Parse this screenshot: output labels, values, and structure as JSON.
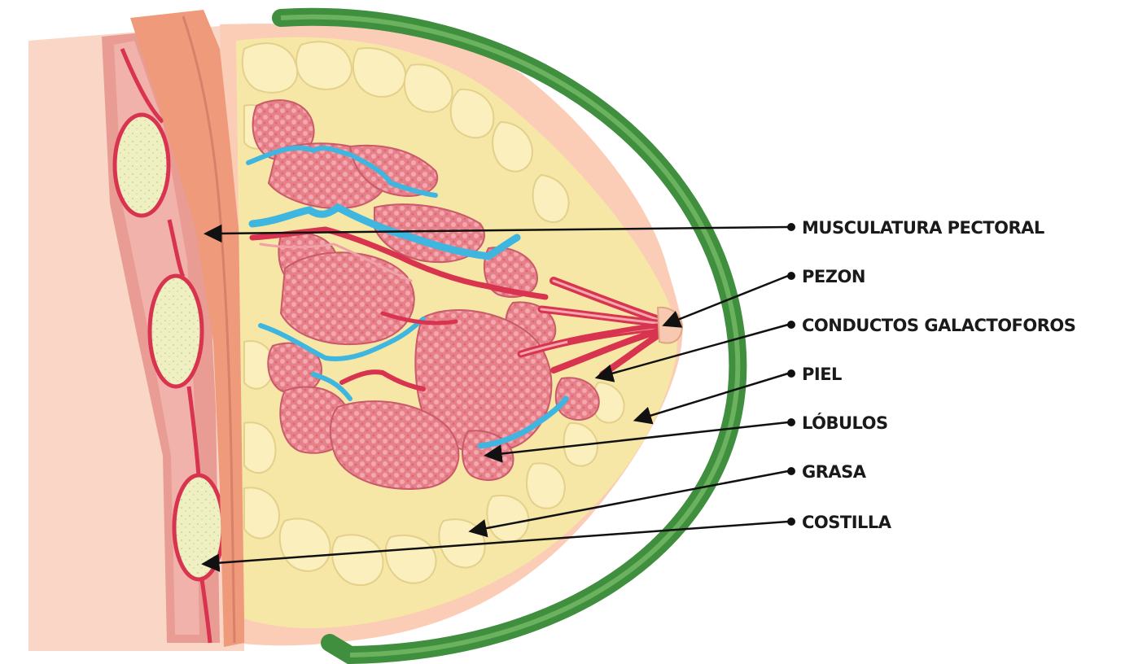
{
  "labels": [
    {
      "id": "musculatura",
      "text": "MUSCULATURA PECTORAL"
    },
    {
      "id": "pezon",
      "text": "PEZON"
    },
    {
      "id": "conductos",
      "text": "CONDUCTOS GALACTOFOROS"
    },
    {
      "id": "piel",
      "text": "PIEL"
    },
    {
      "id": "lobulos",
      "text": "LÓBULOS"
    },
    {
      "id": "grasa",
      "text": "GRASA"
    },
    {
      "id": "costilla",
      "text": "COSTILLA"
    }
  ],
  "colors": {
    "ring": "#3f8f3f",
    "skin": "#f9cdb8",
    "muscle": "#ef9a7a",
    "fat": "#f6e7a6",
    "lobule": "#e8808a",
    "vein": "#3fb6e0",
    "artery": "#d9344f",
    "rib": "#eef0c2",
    "chest_wall": "#e89c94"
  }
}
